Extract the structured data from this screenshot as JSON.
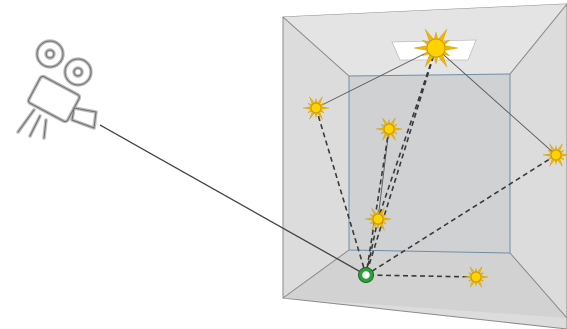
{
  "diagram": {
    "type": "light-path-illustration",
    "camera": {
      "icon": "film-camera-icon"
    },
    "room": {
      "icon": "room-box",
      "colors": {
        "wall": "#dadada",
        "back_wall": "#cfcfcf",
        "edge": "#8a8a8a",
        "inner_edge": "#6e8ea8"
      }
    },
    "ceiling_light": {
      "icon": "sun-light-icon"
    },
    "light_sources": [
      {
        "name": "light-left",
        "icon": "sun-light-icon"
      },
      {
        "name": "light-center",
        "icon": "sun-light-icon"
      },
      {
        "name": "light-right",
        "icon": "sun-light-icon"
      },
      {
        "name": "light-lower-center",
        "icon": "sun-light-icon"
      },
      {
        "name": "light-floor",
        "icon": "sun-light-icon"
      }
    ],
    "sample_point": {
      "icon": "shading-point-icon",
      "color": "#2e9e3a"
    },
    "colors": {
      "ray": "#333333",
      "sun_fill": "#ffd200",
      "sun_stroke": "#c99a00",
      "sun_rays": "#f2b600"
    }
  }
}
